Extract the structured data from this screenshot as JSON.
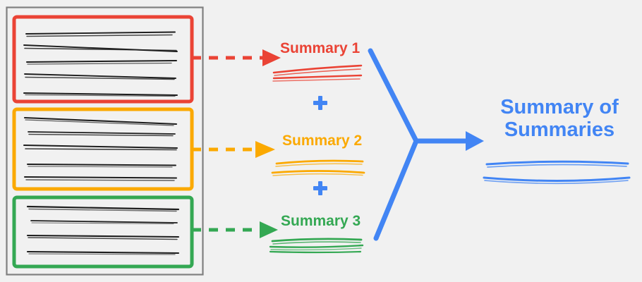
{
  "diagram": {
    "title_visible": false,
    "background_color": "#F1F1F1",
    "source_document": {
      "name": "source-document",
      "outline_color": "#808080",
      "sections": [
        {
          "id": "section-1",
          "color": "#EA4335",
          "color_name": "red",
          "text_line_count": 5
        },
        {
          "id": "section-2",
          "color": "#FBA900",
          "color_name": "orange",
          "text_line_count": 5
        },
        {
          "id": "section-3",
          "color": "#34A853",
          "color_name": "green",
          "text_line_count": 4
        }
      ]
    },
    "summaries": [
      {
        "label": "Summary 1",
        "color": "#EA4335",
        "arrow_style": "dashed",
        "squiggle_line_count": 3
      },
      {
        "label": "Summary 2",
        "color": "#FBA900",
        "arrow_style": "dashed",
        "squiggle_line_count": 2
      },
      {
        "label": "Summary 3",
        "color": "#34A853",
        "arrow_style": "dashed",
        "squiggle_line_count": 3
      }
    ],
    "operators": [
      {
        "symbol": "+",
        "color": "#4285F4"
      },
      {
        "symbol": "+",
        "color": "#4285F4"
      }
    ],
    "merge": {
      "name": "merge-arrow",
      "color": "#4285F4",
      "style": "solid"
    },
    "result": {
      "label": "Summary of Summaries",
      "color": "#4285F4",
      "squiggle_line_count": 2
    }
  }
}
